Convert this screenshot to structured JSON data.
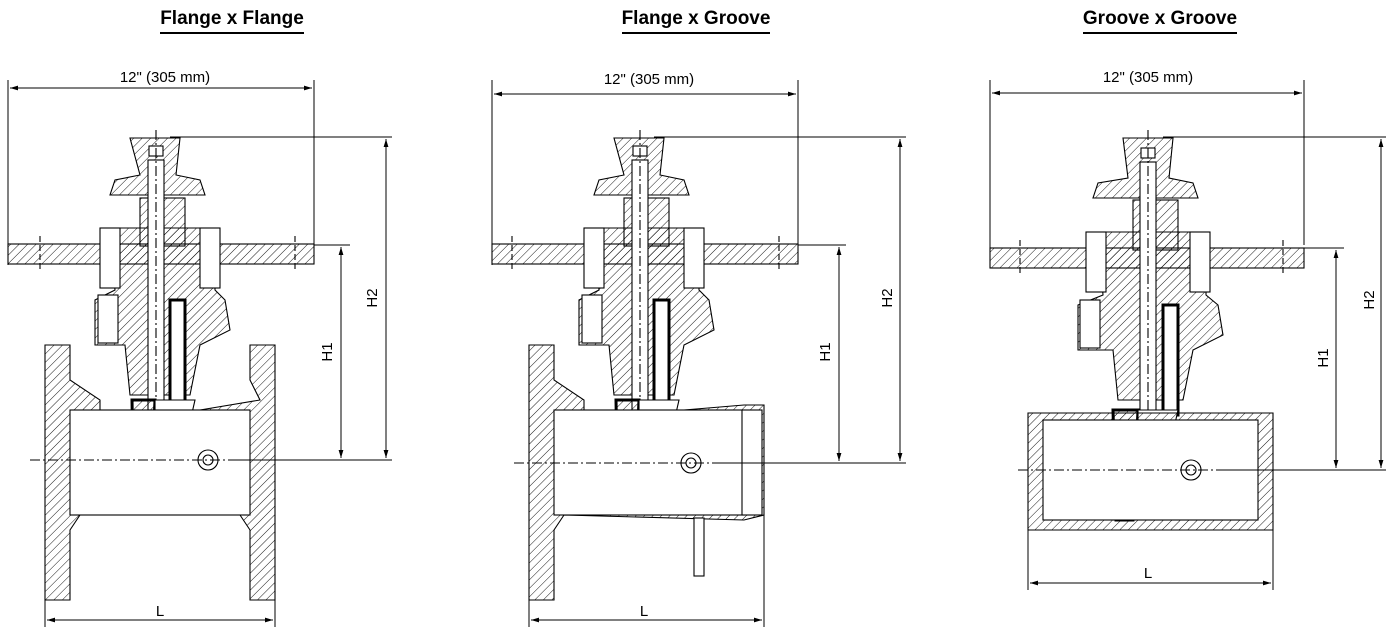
{
  "panels": [
    {
      "title": "Flange x Flange",
      "width_label": "12\" (305 mm)",
      "h1": "H1",
      "h2": "H2",
      "length": "L",
      "left_end": "flange",
      "right_end": "flange"
    },
    {
      "title": "Flange x Groove",
      "width_label": "12\" (305 mm)",
      "h1": "H1",
      "h2": "H2",
      "length": "L",
      "left_end": "flange",
      "right_end": "groove"
    },
    {
      "title": "Groove x Groove",
      "width_label": "12\" (305 mm)",
      "h1": "H1",
      "h2": "H2",
      "length": "L",
      "left_end": "groove",
      "right_end": "groove"
    }
  ]
}
